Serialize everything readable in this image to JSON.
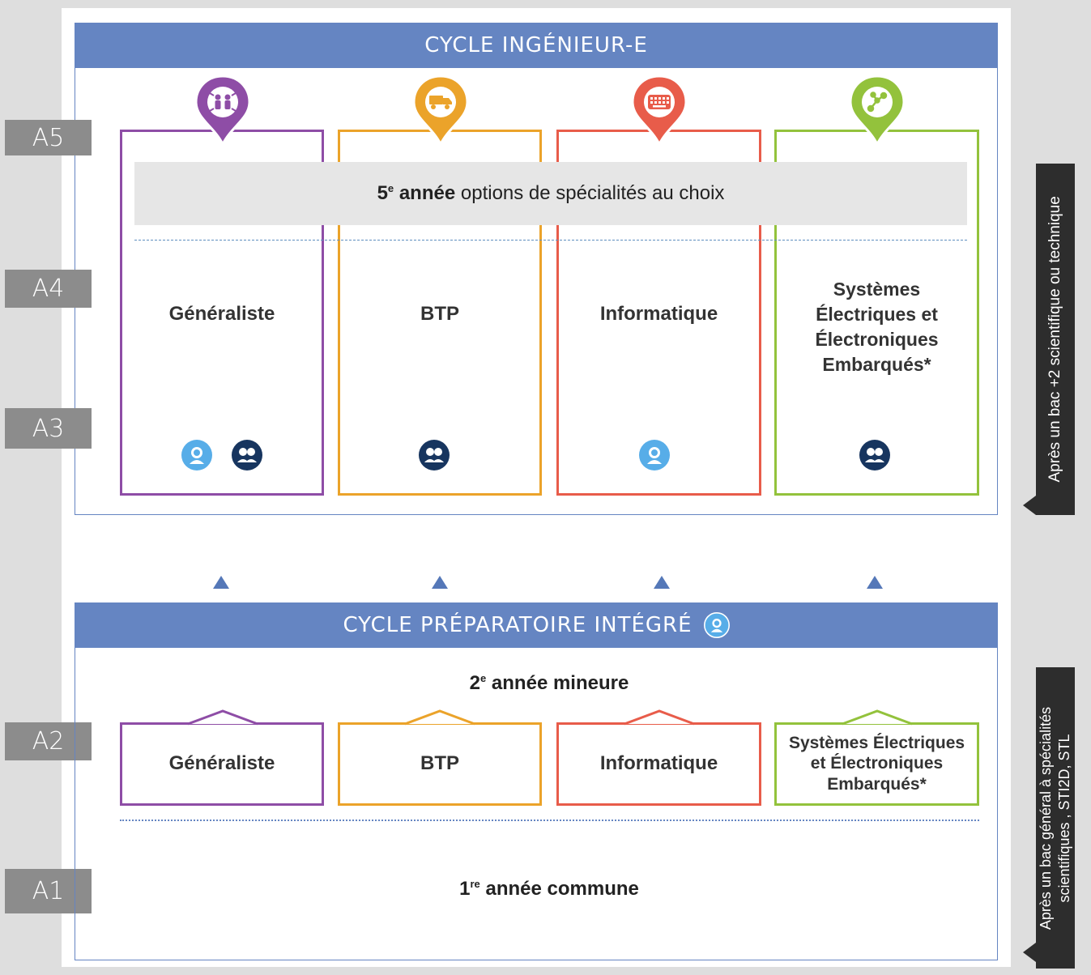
{
  "ingenieur": {
    "title": "CYCLE INGÉNIEUR-E",
    "option_band": {
      "ordinal": "5",
      "ordinal_suffix": "e",
      "bold": "année",
      "rest": "options de spécialités au choix"
    },
    "specialties": [
      {
        "label": "Généraliste",
        "color": "#8e4da6",
        "icon": "people-network-icon",
        "badges": [
          "student-icon",
          "apprentice-icon"
        ]
      },
      {
        "label": "BTP",
        "color": "#eba32a",
        "icon": "truck-icon",
        "badges": [
          "apprentice-icon"
        ]
      },
      {
        "label": "Informatique",
        "color": "#e85c4a",
        "icon": "keyboard-icon",
        "badges": [
          "student-icon"
        ]
      },
      {
        "label": "Systèmes Électriques et Électroniques Embarqués*",
        "color": "#93c23c",
        "icon": "circuit-icon",
        "badges": [
          "apprentice-icon"
        ]
      }
    ],
    "side_note": "Après un bac  +2 scientifique ou technique"
  },
  "years": {
    "a5": "A5",
    "a4": "A4",
    "a3": "A3",
    "a2": "A2",
    "a1": "A1"
  },
  "preparatoire": {
    "title": "CYCLE PRÉPARATOIRE INTÉGRÉ",
    "second_year": {
      "ordinal": "2",
      "suffix": "e",
      "text": "année mineure"
    },
    "specialties": [
      {
        "label": "Généraliste",
        "color": "#8e4da6"
      },
      {
        "label": "BTP",
        "color": "#eba32a"
      },
      {
        "label": "Informatique",
        "color": "#e85c4a"
      },
      {
        "label": "Systèmes Électriques et Électroniques Embarqués*",
        "color": "#93c23c"
      }
    ],
    "first_year": {
      "ordinal": "1",
      "suffix": "re",
      "text": "année commune"
    },
    "side_note_line1": "Après un bac général à spécialités",
    "side_note_line2": "scientifiques , STI2D, STL"
  },
  "colors": {
    "header": "#6585c2",
    "year_label": "#8c8c8c",
    "badge_dark": "#17355f",
    "badge_light": "#57ade8"
  }
}
